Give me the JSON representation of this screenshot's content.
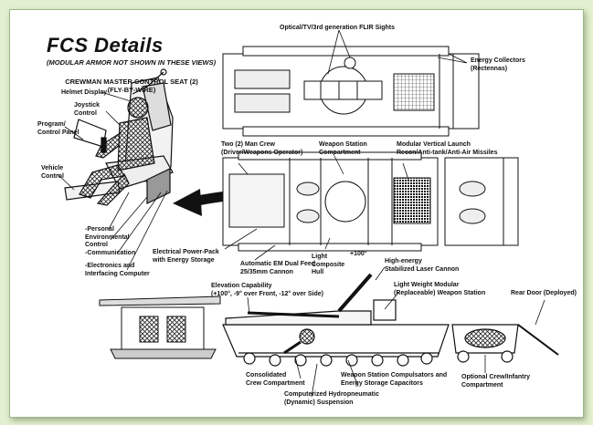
{
  "title": "FCS Details",
  "subtitle": "(MODULAR ARMOR NOT SHOWN IN THESE VIEWS)",
  "seat": {
    "heading": "CREWMAN MASTER CONTROL SEAT (2)\n(FLY-BY-WIRE)",
    "helmet": "Helmet Display",
    "joystick": "Joystick\nControl",
    "program": "Program/\nControl Panel",
    "vehicle": "Vehicle\nControl",
    "environmental": "-Personal\nEnvironmental\nControl",
    "communication": "-Communication",
    "electronics": "-Electronics and\nInterfacing Computer"
  },
  "top_view": {
    "flir": "Optical/TV/3rd generation FLIR Sights",
    "energy": "Energy Collectors\n(Rectennas)"
  },
  "mid_view": {
    "crew": "Two (2) Man Crew\n(Driver/Weapons Operator)",
    "station": "Weapon Station\nCompartment",
    "launch": "Modular Vertical Launch\nRecon/Anti-tank/Anti-Air Missiles",
    "power": "Electrical Power-Pack\nwith Energy Storage",
    "cannon": "Automatic EM Dual Feed\n25/35mm Cannon",
    "hull": "Light\nComposite\nHull",
    "elev_mark": "+100°",
    "laser": "High-energy\nStabilized Laser Cannon"
  },
  "side_view": {
    "elevation": "Elevation Capability\n(+100°, -9° over Front, -12° over Side)",
    "modular": "Light Weight Modular\n(Replaceable) Weapon Station",
    "rear_door": "Rear Door (Deployed)",
    "consolidated": "Consolidated\nCrew Compartment",
    "compulsators": "Weapon Station Compulsators and\nEnergy Storage Capacitors",
    "optional": "Optional Crew/Infantry\nCompartment",
    "suspension": "Computerized Hydropneumatic\n(Dynamic) Suspension"
  }
}
